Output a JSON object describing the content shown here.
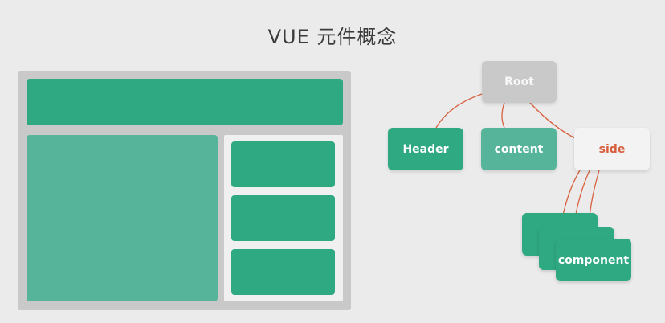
{
  "title": "VUE 元件概念",
  "tree": {
    "root": "Root",
    "children": [
      "Header",
      "content",
      "side"
    ],
    "side_children": [
      "component"
    ]
  },
  "colors": {
    "green_dark": "#2fa982",
    "green_light": "#55b49a",
    "gray": "#c9c9c9",
    "edge": "#d7603f",
    "side_text": "#d7603f"
  }
}
